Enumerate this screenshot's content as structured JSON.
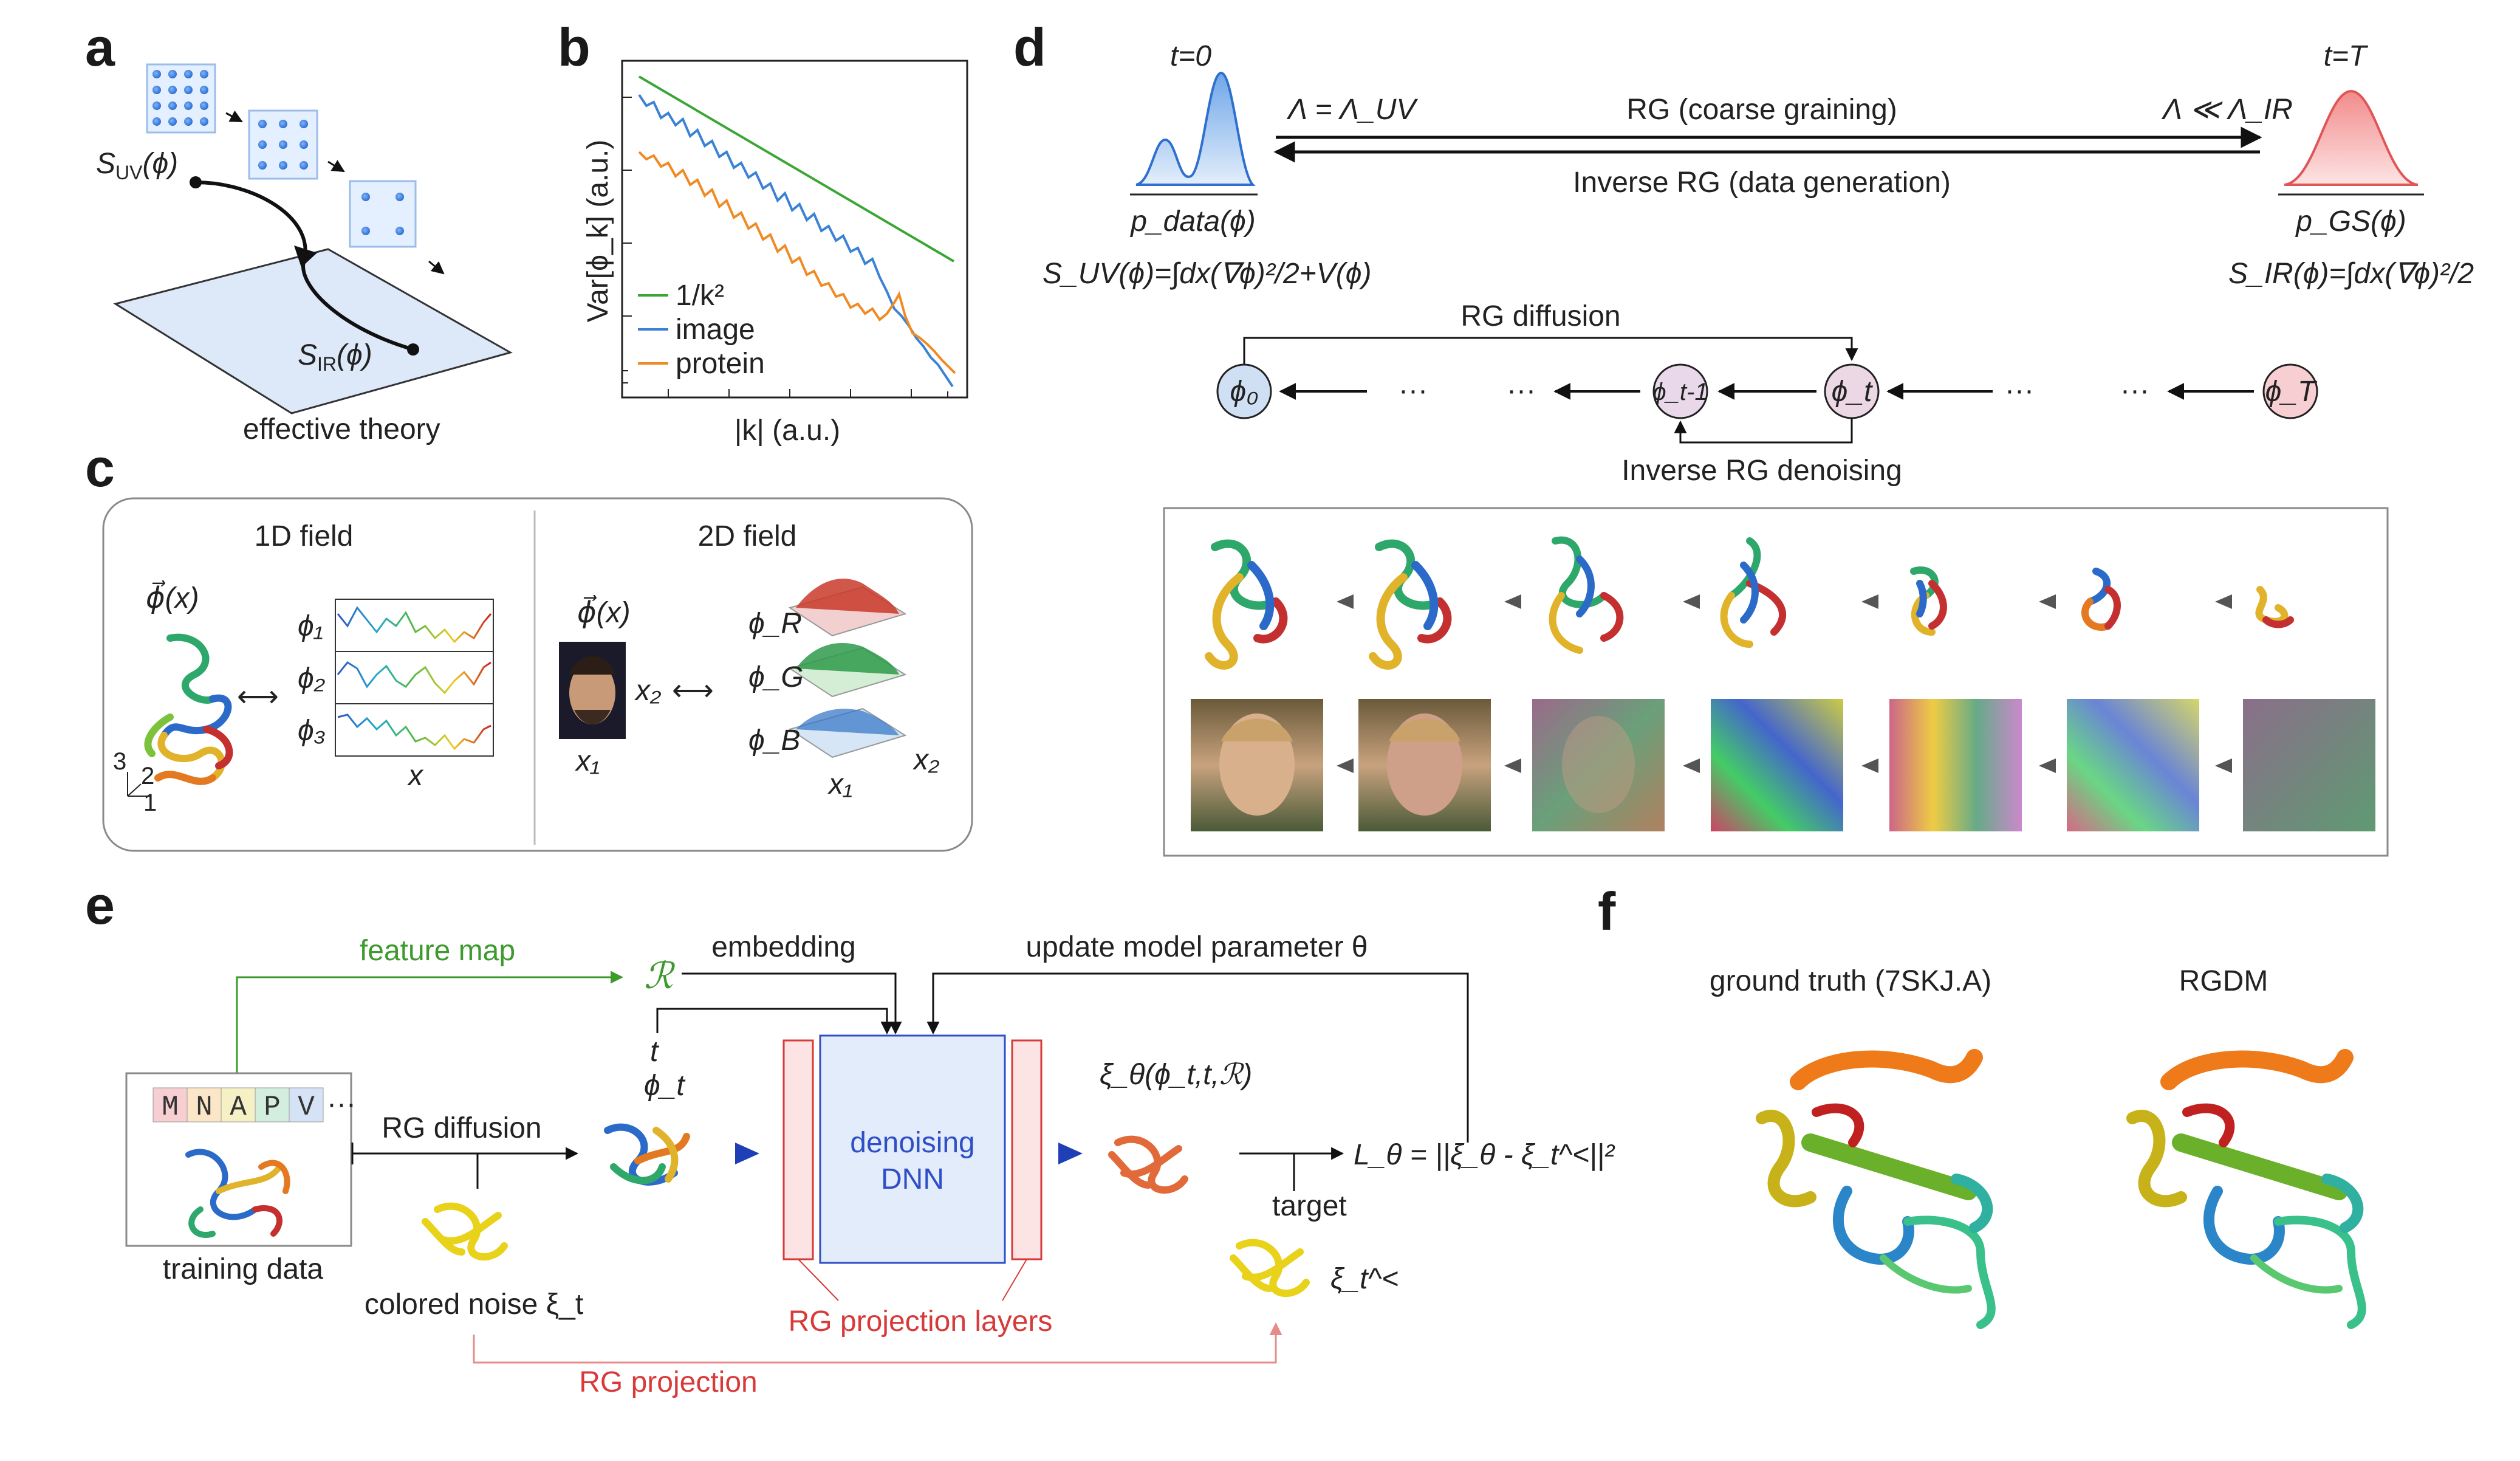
{
  "panels": {
    "a": {
      "letter": "a",
      "s_uv": "S",
      "s_uv_sub": "UV",
      "s_uv_arg": "(ϕ)",
      "s_ir": "S",
      "s_ir_sub": "IR",
      "s_ir_arg": "(ϕ)",
      "caption": "effective theory"
    },
    "b": {
      "letter": "b",
      "ylabel": "Var[ϕ_k] (a.u.)",
      "xlabel": "|k| (a.u.)",
      "legend": [
        "1/k²",
        "image",
        "protein"
      ],
      "colors": {
        "power_law": "#3aa635",
        "image": "#3b82d6",
        "protein": "#f08a24"
      }
    },
    "c": {
      "letter": "c",
      "title_1d": "1D field",
      "title_2d": "2D field",
      "phi_vec": "ϕ⃗(x)",
      "phi_labels_1d": [
        "ϕ₁",
        "ϕ₂",
        "ϕ₃"
      ],
      "x_label": "x",
      "axis_labels": [
        "3",
        "2",
        "1"
      ],
      "phi_labels_2d": [
        "ϕ_R",
        "ϕ_G",
        "ϕ_B"
      ],
      "x1": "x₁",
      "x2": "x₂"
    },
    "d": {
      "letter": "d",
      "t0": "t=0",
      "tT": "t=T",
      "lambda_uv": "Λ = Λ_UV",
      "lambda_ir": "Λ ≪ Λ_IR",
      "rg_forward": "RG (coarse graining)",
      "rg_inverse": "Inverse RG (data generation)",
      "p_data": "p_data(ϕ)",
      "p_gs": "p_GS(ϕ)",
      "s_uv_formula": "S_UV(ϕ)=∫dx(∇ϕ)²/2+V(ϕ)",
      "s_ir_formula": "S_IR(ϕ)=∫dx(∇ϕ)²/2",
      "rg_diffusion": "RG diffusion",
      "inverse_denoising": "Inverse RG denoising",
      "nodes": [
        "ϕ₀",
        "ϕ_t-1",
        "ϕ_t",
        "ϕ_T"
      ],
      "dots": "···"
    },
    "e": {
      "letter": "e",
      "feature_map": "feature map",
      "embedding": "embedding",
      "update": "update model parameter θ",
      "sequence": [
        "M",
        "N",
        "A",
        "P",
        "V"
      ],
      "seq_more": "···",
      "training_data": "training data",
      "rg_diffusion": "RG diffusion",
      "colored_noise": "colored noise ξ_t",
      "t": "t",
      "phi_t": "ϕ_t",
      "dnn_line1": "denoising",
      "dnn_line2": "DNN",
      "xi_theta": "ξ_θ(ϕ_t,t,ℛ)",
      "loss": "L_θ = ||ξ_θ - ξ_t^<||²",
      "target": "target",
      "xi_target": "ξ_t^<",
      "projection_layers": "RG projection layers",
      "rg_projection": "RG projection",
      "calR": "ℛ"
    },
    "f": {
      "letter": "f",
      "ground_truth": "ground truth (7SKJ.A)",
      "rgdm": "RGDM"
    }
  },
  "colors": {
    "green": "#3d9a2d",
    "red": "#d83a3a",
    "blue": "#2f4fc8",
    "node_blue": "#cfe0f5",
    "node_red": "#f7cfd2",
    "panel_border": "#8a8a8a"
  }
}
